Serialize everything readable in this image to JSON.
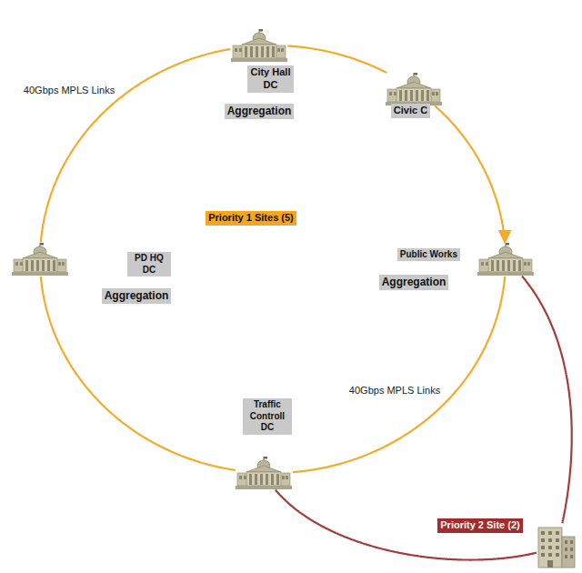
{
  "diagram": {
    "nodes": [
      {
        "text": [
          "City Hall DC",
          "Aggregation"
        ]
      },
      {
        "text": [
          "Civic C"
        ]
      },
      {
        "text": [
          "PD HQ DC",
          "Aggregation"
        ]
      },
      {
        "text": [
          "Public Works",
          "Aggregation"
        ]
      },
      {
        "text": [
          "Traffic Controll DC"
        ]
      },
      {
        "text": [
          "Priority 2 Site (2)"
        ]
      }
    ],
    "edges": [
      {
        "from": 0,
        "to": 1,
        "arrow": "none"
      },
      {
        "from": 1,
        "to": 3,
        "arrow": "to"
      },
      {
        "from": 3,
        "to": 4,
        "arrow": "none"
      },
      {
        "from": 4,
        "to": 2,
        "arrow": "none"
      },
      {
        "from": 2,
        "to": 0,
        "arrow": "none"
      },
      {
        "from": 3,
        "to": 5,
        "arrow": "none"
      },
      {
        "from": 4,
        "to": 5,
        "arrow": "none"
      }
    ],
    "labels": [
      "Priority 1 Sites (5)",
      "40Gbps MPLS Links",
      "40Gbps MPLS Links"
    ]
  }
}
